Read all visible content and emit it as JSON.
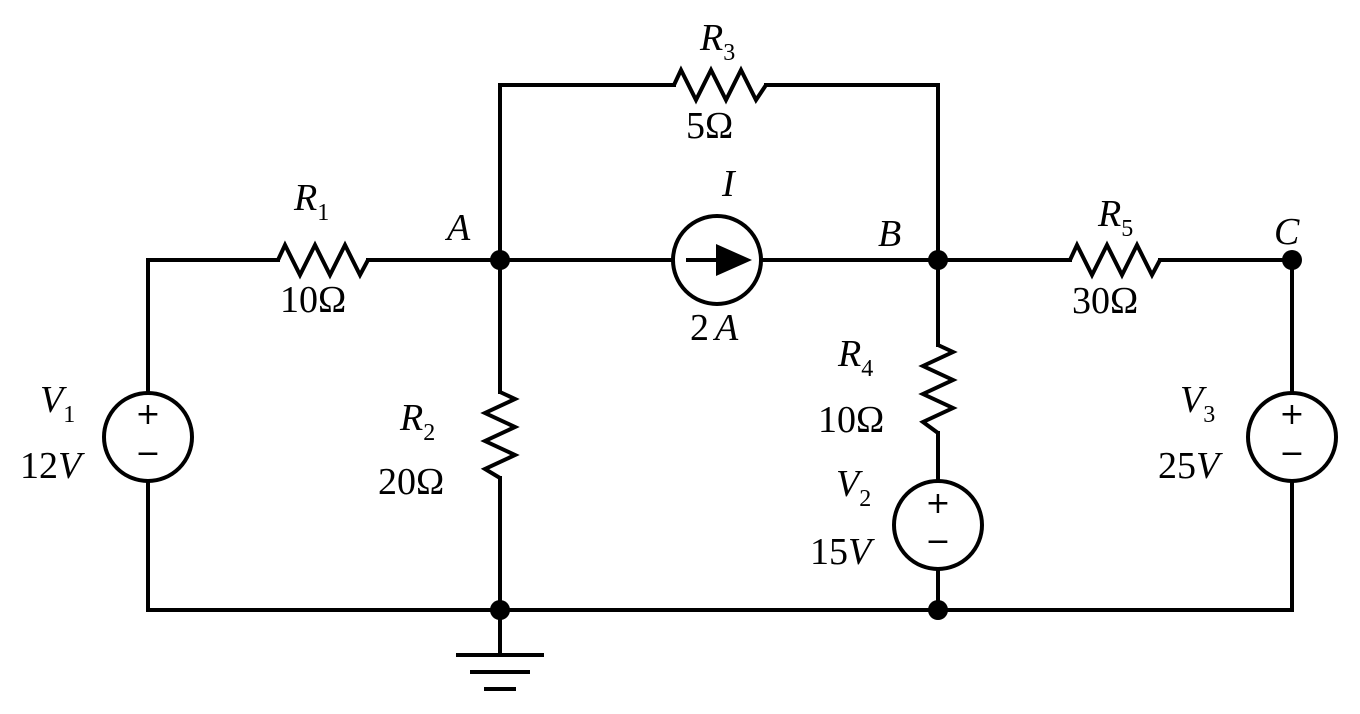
{
  "nodes": {
    "A": "A",
    "B": "B",
    "C": "C"
  },
  "R1": {
    "sym": "R",
    "sub": "1",
    "value": "10Ω"
  },
  "R2": {
    "sym": "R",
    "sub": "2",
    "value": "20Ω"
  },
  "R3": {
    "sym": "R",
    "sub": "3",
    "value": "5Ω"
  },
  "R4": {
    "sym": "R",
    "sub": "4",
    "value": "10Ω"
  },
  "R5": {
    "sym": "R",
    "sub": "5",
    "value": "30Ω"
  },
  "V1": {
    "sym": "V",
    "sub": "1",
    "value_num": "12",
    "value_unit": "V"
  },
  "V2": {
    "sym": "V",
    "sub": "2",
    "value_num": "15",
    "value_unit": "V"
  },
  "V3": {
    "sym": "V",
    "sub": "3",
    "value_num": "25",
    "value_unit": "V"
  },
  "I": {
    "sym": "I",
    "value_num": "2",
    "value_unit": "A"
  },
  "polarity": {
    "plus": "+",
    "minus": "−"
  }
}
